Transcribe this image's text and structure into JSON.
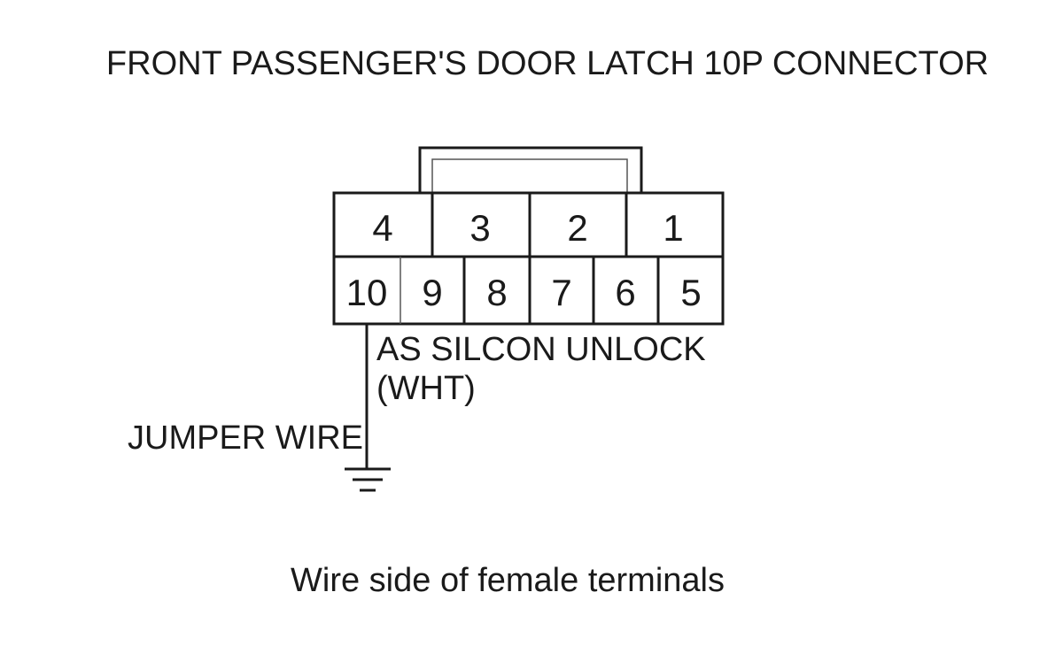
{
  "diagram": {
    "title": "FRONT PASSENGER'S DOOR LATCH 10P CONNECTOR",
    "caption": "Wire side of female terminals",
    "connector": {
      "top_row": [
        "4",
        "3",
        "2",
        "1"
      ],
      "bottom_row": [
        "10",
        "9",
        "8",
        "7",
        "6",
        "5"
      ]
    },
    "wire_label_line1": "AS SILCON UNLOCK",
    "wire_label_line2": "(WHT)",
    "jumper_label": "JUMPER WIRE",
    "icons": {
      "ground": "ground-symbol-icon"
    },
    "colors": {
      "ink": "#1a1a1a",
      "background": "#ffffff"
    }
  }
}
